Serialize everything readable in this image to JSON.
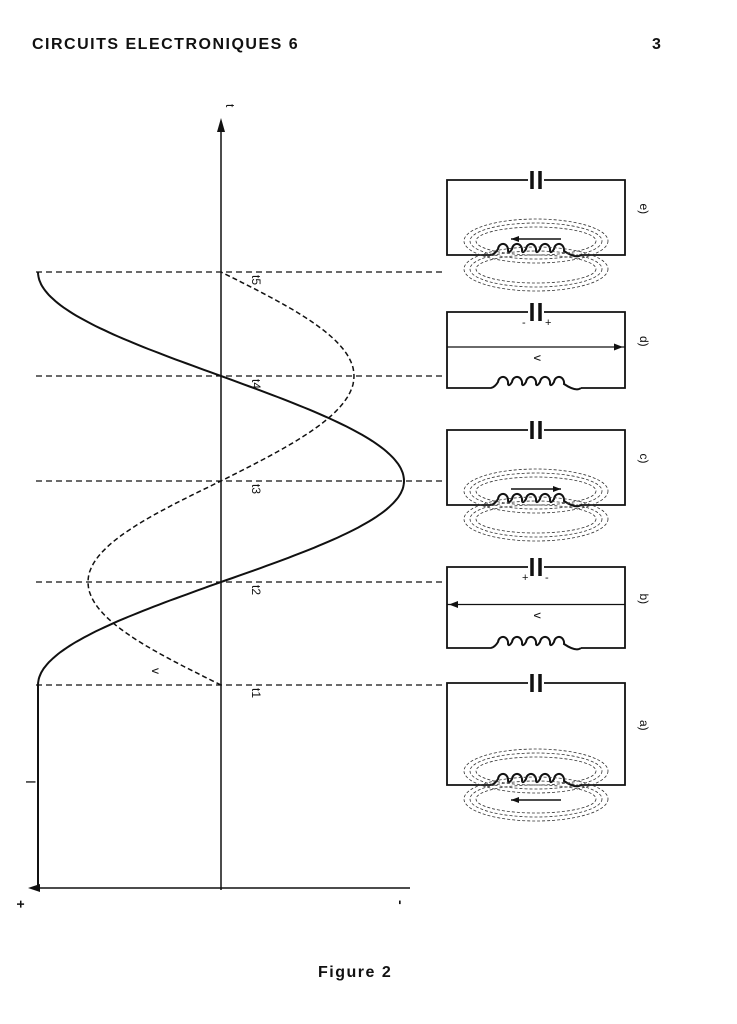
{
  "header": {
    "title": "CIRCUITS ELECTRONIQUES 6",
    "page_number": "3"
  },
  "caption": "Figure 2",
  "figure": {
    "axis_time_label": "t",
    "axis_plus": "+",
    "axis_minus": "-",
    "current_label": "I",
    "voltage_label": "v",
    "time_marks": [
      "t1",
      "t2",
      "t3",
      "t4",
      "t5"
    ],
    "circuits": [
      {
        "label": "a)",
        "state": "field"
      },
      {
        "label": "b)",
        "state": "voltage"
      },
      {
        "label": "c)",
        "state": "field"
      },
      {
        "label": "d)",
        "state": "voltage"
      },
      {
        "label": "e)",
        "state": "field"
      }
    ],
    "voltage_symbol": "v"
  }
}
